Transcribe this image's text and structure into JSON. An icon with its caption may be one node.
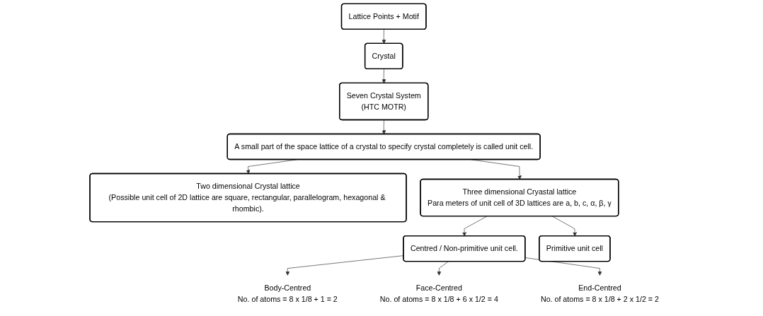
{
  "diagram": {
    "nodes": [
      {
        "text": [
          "Lattice Points + Motif"
        ]
      },
      {
        "text": [
          "Crystal"
        ]
      },
      {
        "text": [
          "Seven Crystal System",
          "(HTC MOTR)"
        ]
      },
      {
        "text": [
          "A small part of the space lattice of a crystal to specify crystal completely is called unit cell."
        ]
      },
      {
        "text": [
          "Two dimensional Crystal lattice",
          "(Possible unit cell of 2D lattice are square, rectangular, parallelogram, hexagonal & rhombic)."
        ]
      },
      {
        "text": [
          "Three dimensional Cryastal lattice",
          "Para meters of unit cell of 3D lattices are a, b, c, α, β, γ"
        ]
      },
      {
        "text": [
          "Centred / Non-primitive unit cell."
        ]
      },
      {
        "text": [
          "Primitive unit cell"
        ]
      },
      {
        "text": [
          "Body-Centred",
          "No. of atoms = 8 x 1/8 + 1 = 2"
        ]
      },
      {
        "text": [
          "Face-Centred",
          "No. of atoms = 8 x 1/8 + 6 x 1/2 = 4"
        ]
      },
      {
        "text": [
          "End-Centred",
          "No. of atoms = 8 x 1/8 + 2 x 1/2 = 2"
        ]
      }
    ],
    "edges": [
      {
        "from": 0,
        "to": 1,
        "arrow": "to"
      },
      {
        "from": 1,
        "to": 2,
        "arrow": "to"
      },
      {
        "from": 2,
        "to": 3,
        "arrow": "to"
      },
      {
        "from": 3,
        "to": 4,
        "arrow": "to"
      },
      {
        "from": 3,
        "to": 5,
        "arrow": "to"
      },
      {
        "from": 5,
        "to": 6,
        "arrow": "to"
      },
      {
        "from": 5,
        "to": 7,
        "arrow": "to"
      },
      {
        "from": 6,
        "to": 8,
        "arrow": "to"
      },
      {
        "from": 6,
        "to": 9,
        "arrow": "to"
      },
      {
        "from": 6,
        "to": 10,
        "arrow": "to"
      }
    ]
  }
}
